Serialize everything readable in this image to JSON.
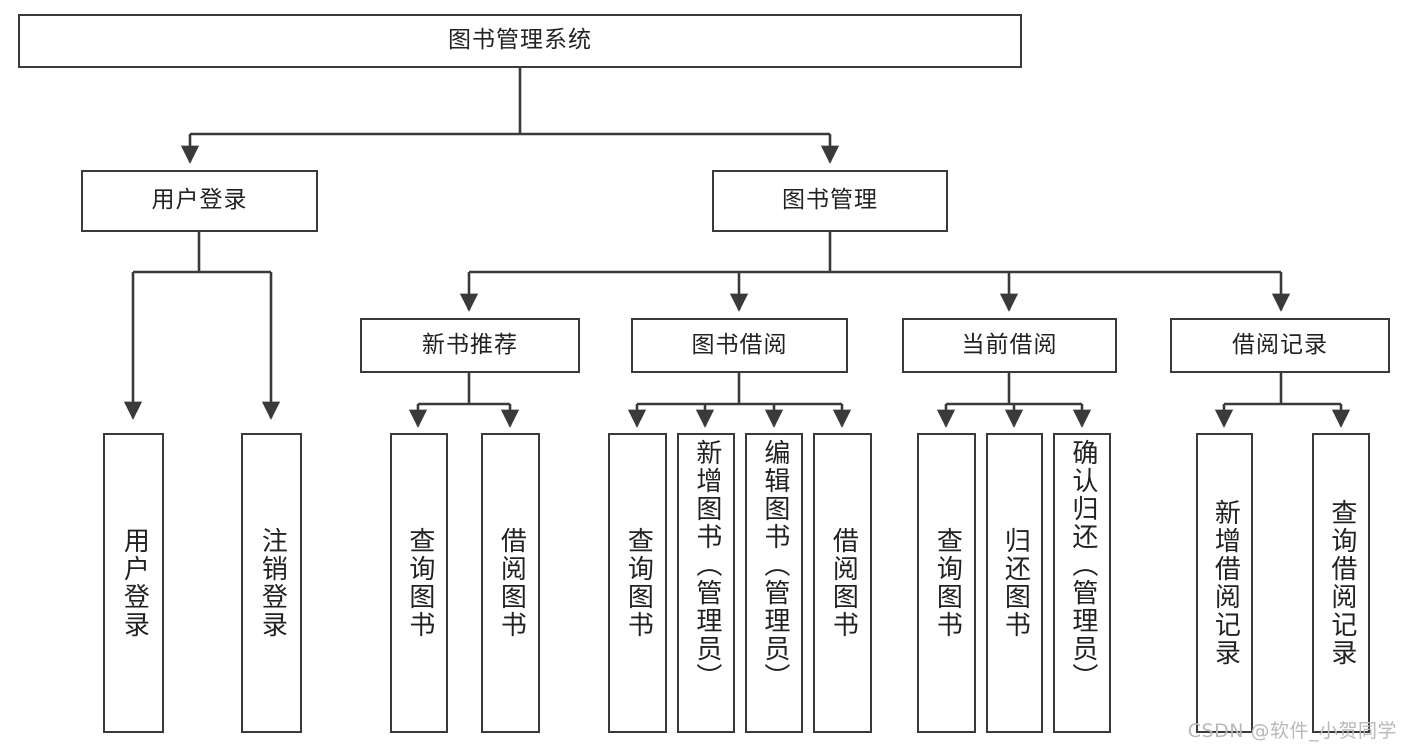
{
  "diagram": {
    "title": "图书管理系统",
    "type": "hierarchy-tree",
    "theme": {
      "stroke": "#3a3a3a",
      "fill": "#ffffff",
      "text": "#222222",
      "watermark_color": "#b9b9b9"
    },
    "root": {
      "label": "图书管理系统"
    },
    "level2": [
      {
        "label": "用户登录"
      },
      {
        "label": "图书管理"
      }
    ],
    "level3": [
      {
        "label": "新书推荐"
      },
      {
        "label": "图书借阅"
      },
      {
        "label": "当前借阅"
      },
      {
        "label": "借阅记录"
      }
    ],
    "leaves": {
      "user_login": [
        {
          "label": "用户登录"
        },
        {
          "label": "注销登录"
        }
      ],
      "new_book_recommend": [
        {
          "label": "查询图书"
        },
        {
          "label": "借阅图书"
        }
      ],
      "book_borrow": [
        {
          "label": "查询图书"
        },
        {
          "label": "新增图书（管理员）"
        },
        {
          "label": "编辑图书（管理员）"
        },
        {
          "label": "借阅图书"
        }
      ],
      "current_borrow": [
        {
          "label": "查询图书"
        },
        {
          "label": "归还图书"
        },
        {
          "label": "确认归还（管理员）"
        }
      ],
      "borrow_records": [
        {
          "label": "新增借阅记录"
        },
        {
          "label": "查询借阅记录"
        }
      ]
    },
    "watermark": "CSDN @软件_小贺同学"
  }
}
